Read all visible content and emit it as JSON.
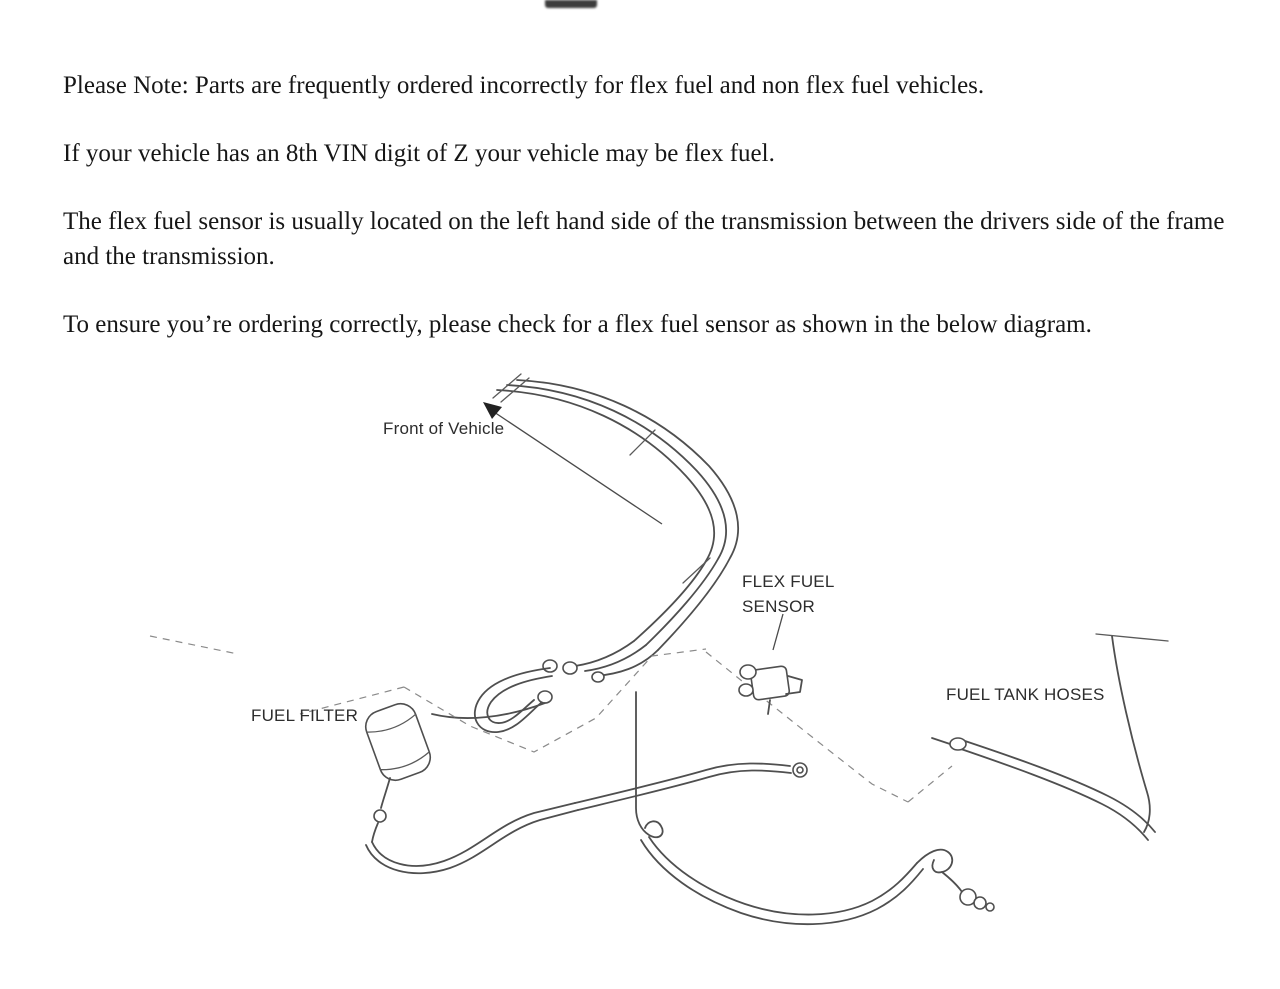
{
  "notes": {
    "para1": "Please Note: Parts are frequently ordered incorrectly for flex fuel and non flex fuel vehicles.",
    "para2": "If your vehicle has an 8th VIN digit of Z your vehicle may be flex fuel.",
    "para3": "The flex fuel sensor is usually located on the left hand side of the transmission between the drivers side of the frame and the transmission.",
    "para4": "To ensure you’re ordering correctly, please check for a flex fuel sensor as shown in the below diagram."
  },
  "diagram": {
    "labels": {
      "front_of_vehicle": "Front of Vehicle",
      "flex_fuel_sensor_line1": "FLEX FUEL",
      "flex_fuel_sensor_line2": "SENSOR",
      "fuel_tank_hoses": "FUEL TANK HOSES",
      "fuel_filter": "FUEL FILTER"
    },
    "line_color": "#4f4f4f"
  }
}
